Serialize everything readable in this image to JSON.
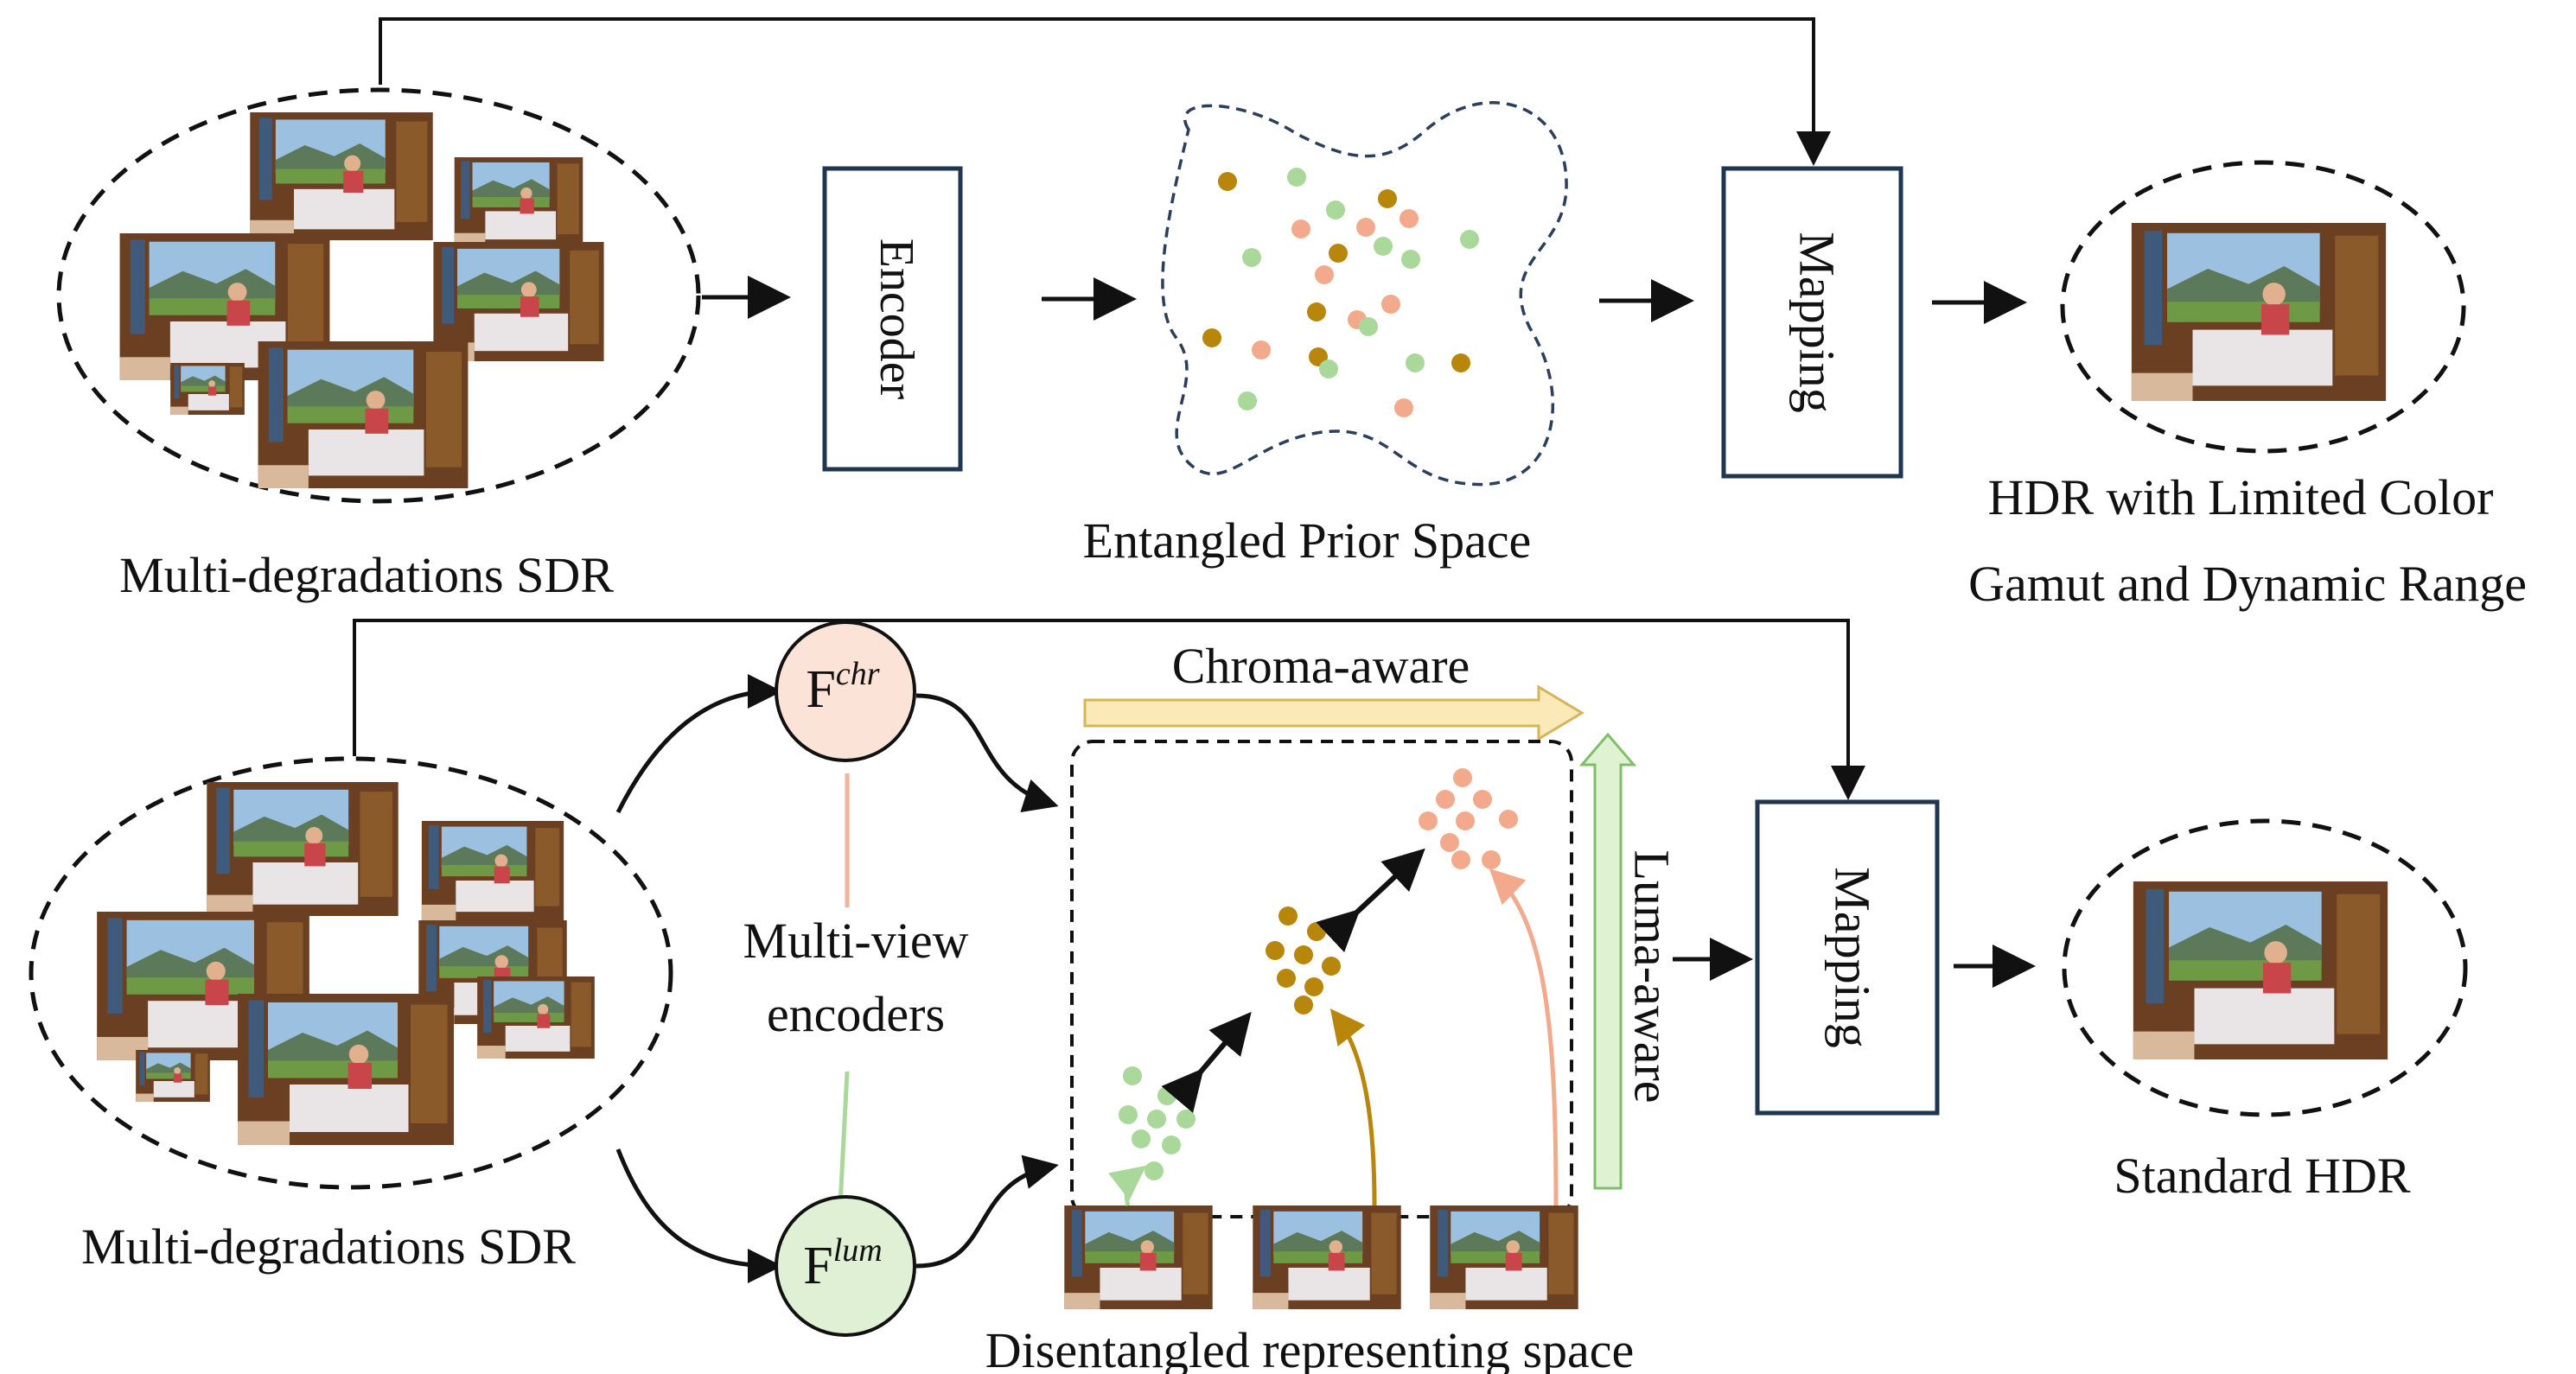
{
  "top_row": {
    "input_label": "Multi-degradations SDR",
    "encoder_label": "Encoder",
    "prior_space_label": "Entangled Prior Space",
    "mapping_label": "Mapping",
    "output_label_line1": "HDR with Limited Color",
    "output_label_line2": "Gamut and Dynamic Range"
  },
  "bottom_row": {
    "input_label": "Multi-degradations SDR",
    "chroma_encoder_base": "F",
    "chroma_encoder_sup": "chr",
    "luma_encoder_base": "F",
    "luma_encoder_sup": "lum",
    "encoders_label_line1": "Multi-view",
    "encoders_label_line2": "encoders",
    "chroma_arrow_label": "Chroma-aware",
    "luma_arrow_label": "Luma-aware",
    "space_label": "Disentangled representing space",
    "mapping_label": "Mapping",
    "output_label": "Standard HDR"
  },
  "colors": {
    "line": "#111111",
    "box_border": "#1f3550",
    "dashed_cloud": "#2b3f5c",
    "dot_green": "#a9d89a",
    "dot_orange": "#f2a98c",
    "dot_gold": "#b8860b",
    "chroma_circle_fill": "#fbe3d7",
    "luma_circle_fill": "#dff0d5",
    "chroma_arrow_fill": "#fbeab8",
    "luma_arrow_fill": "#dff3d3",
    "chroma_link": "#f2b39a",
    "luma_link": "#a9d89a"
  }
}
